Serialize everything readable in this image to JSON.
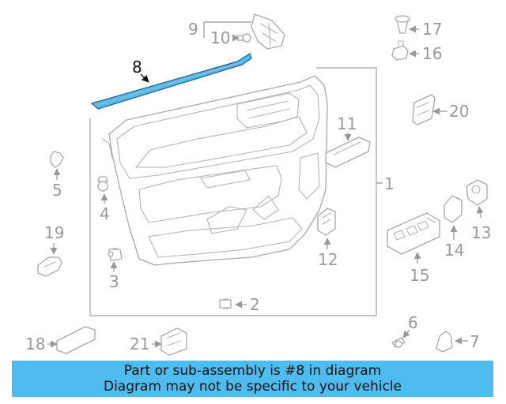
{
  "diagram": {
    "highlighted_part": "8",
    "highlight_color": "#4fbcf0",
    "callouts": {
      "c1": "1",
      "c2": "2",
      "c3": "3",
      "c4": "4",
      "c5": "5",
      "c6": "6",
      "c7": "7",
      "c8": "8",
      "c9": "9",
      "c10": "10",
      "c11": "11",
      "c12": "12",
      "c13": "13",
      "c14": "14",
      "c15": "15",
      "c16": "16",
      "c17": "17",
      "c18": "18",
      "c19": "19",
      "c20": "20",
      "c21": "21"
    }
  },
  "banner": {
    "line1": "Part or sub-assembly is #8 in diagram",
    "line2": "Diagram may not be specific to your vehicle",
    "color": "#4fbcf0"
  }
}
